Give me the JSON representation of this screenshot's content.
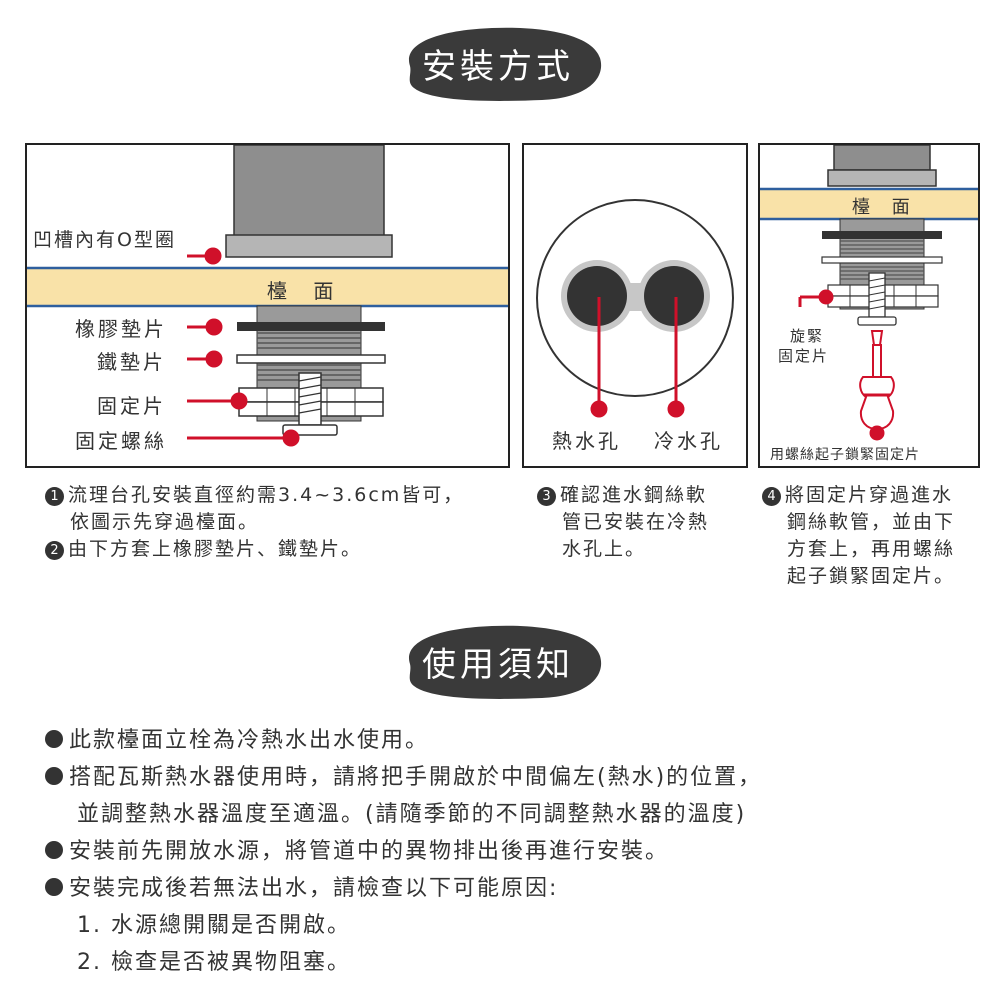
{
  "install_title": "安裝方式",
  "usage_title": "使用須知",
  "panel1": {
    "label_groove": "凹槽內有O型圈",
    "label_counter": "檯 面",
    "label_rubber": "橡膠墊片",
    "label_iron": "鐵墊片",
    "label_fixing": "固定片",
    "label_screw": "固定螺絲"
  },
  "panel2": {
    "label_hot": "熱水孔",
    "label_cold": "冷水孔"
  },
  "panel3": {
    "label_counter": "檯 面",
    "label_tighten_1": "旋緊",
    "label_tighten_2": "固定片",
    "label_screwdriver": "用螺絲起子鎖緊固定片"
  },
  "steps": {
    "s1_num": "1",
    "s1_line1": "流理台孔安裝直徑約需3.4~3.6cm皆可，",
    "s1_line2": "依圖示先穿過檯面。",
    "s2_num": "2",
    "s2_line1": "由下方套上橡膠墊片、鐵墊片。",
    "s3_num": "3",
    "s3_line1": "確認進水鋼絲軟",
    "s3_line2": "管已安裝在冷熱",
    "s3_line3": "水孔上。",
    "s4_num": "4",
    "s4_line1": "將固定片穿過進水",
    "s4_line2": "鋼絲軟管，並由下",
    "s4_line3": "方套上，再用螺絲",
    "s4_line4": "起子鎖緊固定片。"
  },
  "notes": {
    "n1": "此款檯面立栓為冷熱水出水使用。",
    "n2_line1": "搭配瓦斯熱水器使用時，請將把手開啟於中間偏左(熱水)的位置，",
    "n2_line2": "並調整熱水器溫度至適溫。(請隨季節的不同調整熱水器的溫度)",
    "n3": "安裝前先開放水源，將管道中的異物排出後再進行安裝。",
    "n4": "安裝完成後若無法出水，請檢查以下可能原因:",
    "n4_sub1": "1. 水源總開關是否開啟。",
    "n4_sub2": "2. 檢查是否被異物阻塞。"
  },
  "colors": {
    "accent_red": "#d0102a",
    "counter_fill": "#f9e2a8",
    "counter_line": "#2e5f9e",
    "blob": "#3a3a3a"
  }
}
